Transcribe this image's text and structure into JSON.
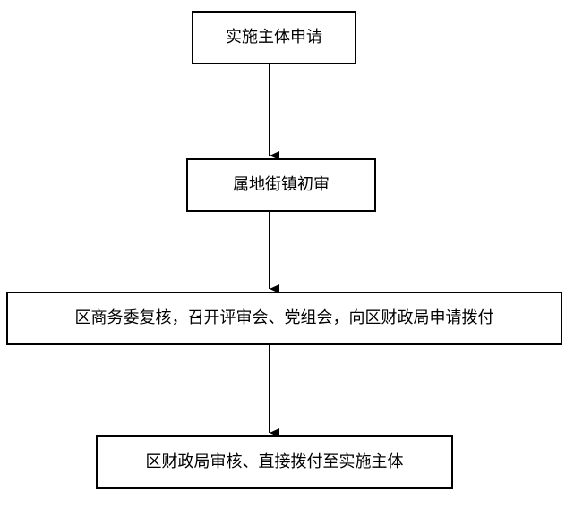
{
  "diagram": {
    "steps": [
      {
        "label": "实施主体申请"
      },
      {
        "label": "属地街镇初审"
      },
      {
        "label": "区商务委复核，召开评审会、党组会，向区财政局申请拨付"
      },
      {
        "label": "区财政局审核、直接拨付至实施主体"
      }
    ],
    "colors": {
      "stroke": "#000000",
      "background": "#ffffff"
    }
  }
}
